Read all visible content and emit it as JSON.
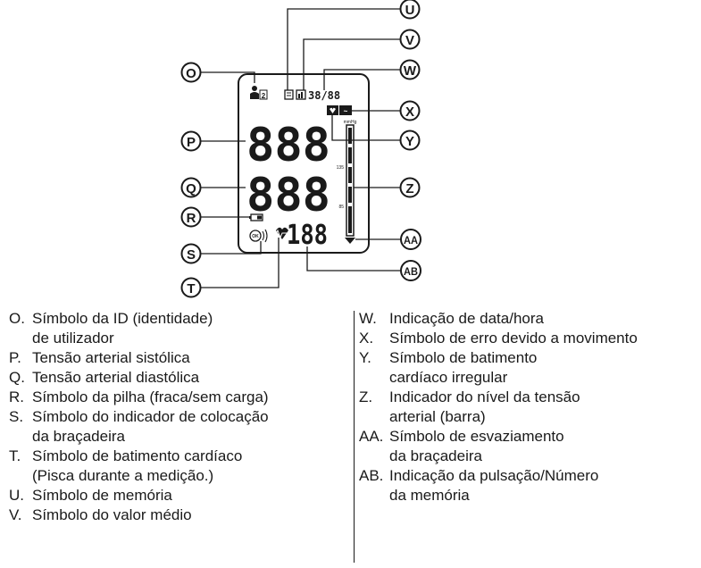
{
  "diagram": {
    "callouts": [
      "O",
      "P",
      "Q",
      "R",
      "S",
      "T",
      "U",
      "V",
      "W",
      "X",
      "Y",
      "Z",
      "AA",
      "AB"
    ],
    "display": {
      "date_time": "38/88",
      "systolic": "888",
      "diastolic": "888",
      "pulse": "188",
      "user_id": "2",
      "scale_unit": "mmHg",
      "scale_mark_high": "135",
      "scale_mark_low": "85",
      "cuff_indicator": "OK"
    }
  },
  "legend": {
    "left": [
      {
        "key": "O.",
        "text": "Símbolo da ID (identidade)\nde utilizador"
      },
      {
        "key": "P.",
        "text": "Tensão arterial sistólica"
      },
      {
        "key": "Q.",
        "text": "Tensão arterial diastólica"
      },
      {
        "key": "R.",
        "text": "Símbolo da pilha (fraca/sem carga)"
      },
      {
        "key": "S.",
        "text": "Símbolo do indicador de colocação\nda braçadeira"
      },
      {
        "key": "T.",
        "text": "Símbolo de batimento cardíaco\n(Pisca durante a medição.)"
      },
      {
        "key": "U.",
        "text": "Símbolo de memória"
      },
      {
        "key": "V.",
        "text": "Símbolo do valor médio"
      }
    ],
    "right": [
      {
        "key": "W.",
        "text": "Indicação de data/hora"
      },
      {
        "key": "X.",
        "text": "Símbolo de erro devido a movimento"
      },
      {
        "key": "Y.",
        "text": "Símbolo de batimento\ncardíaco irregular"
      },
      {
        "key": "Z.",
        "text": "Indicador do nível da tensão\narterial (barra)"
      },
      {
        "key": "AA.",
        "text": "Símbolo de esvaziamento\nda braçadeira"
      },
      {
        "key": "AB.",
        "text": "Indicação da pulsação/Número\nda memória"
      }
    ]
  },
  "colors": {
    "ink": "#1a1a1a",
    "background": "#ffffff"
  }
}
